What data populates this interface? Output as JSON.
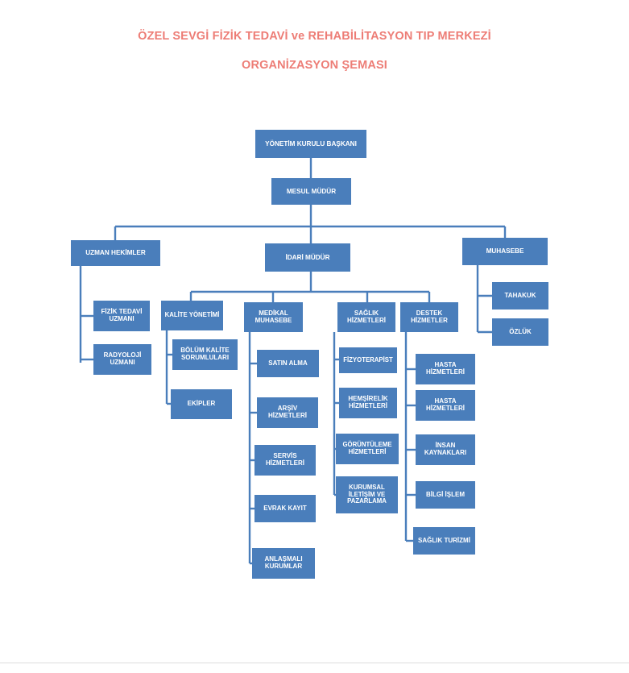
{
  "document": {
    "title_line_1": "ÖZEL SEVGİ FİZİK TEDAVİ ve REHABİLİTASYON TIP MERKEZİ",
    "title_line_2": "ORGANİZASYON ŞEMASI",
    "title_color": "#ed7d76",
    "node_fill_color": "#4a7ebb",
    "connector_color": "#4a7ebb",
    "background_color": "#ffffff"
  },
  "chart_data": {
    "type": "diagram",
    "diagram_kind": "organization-chart",
    "orientation": "top-down",
    "nodes": [
      {
        "id": "yonetim_kurulu_baskani",
        "label": "YÖNETİM KURULU BAŞKANI",
        "level": 0,
        "parent": null
      },
      {
        "id": "mesul_mudur",
        "label": "MESUL MÜDÜR",
        "level": 1,
        "parent": "yonetim_kurulu_baskani"
      },
      {
        "id": "uzman_hekimler",
        "label": "UZMAN HEKİMLER",
        "level": 2,
        "parent": "mesul_mudur"
      },
      {
        "id": "idari_mudur",
        "label": "İDARİ MÜDÜR",
        "level": 2,
        "parent": "mesul_mudur"
      },
      {
        "id": "muhasebe",
        "label": "MUHASEBE",
        "level": 2,
        "parent": "mesul_mudur"
      },
      {
        "id": "fizik_tedavi_uzmani",
        "label": "FİZİK TEDAVİ\nUZMANI",
        "level": 3,
        "parent": "uzman_hekimler"
      },
      {
        "id": "radyoloji_uzmani",
        "label": "RADYOLOJİ\nUZMANI",
        "level": 3,
        "parent": "uzman_hekimler"
      },
      {
        "id": "kalite_yonetimi",
        "label": "KALİTE YÖNETİMİ",
        "level": 3,
        "parent": "idari_mudur"
      },
      {
        "id": "medikal_muhasebe",
        "label": "MEDİKAL\nMUHASEBE",
        "level": 3,
        "parent": "idari_mudur"
      },
      {
        "id": "saglik_hizmetleri",
        "label": "SAĞLIK\nHİZMETLERİ",
        "level": 3,
        "parent": "idari_mudur"
      },
      {
        "id": "destek_hizmetler",
        "label": "DESTEK\nHİZMETLER",
        "level": 3,
        "parent": "idari_mudur"
      },
      {
        "id": "tahakuk",
        "label": "TAHAKUK",
        "level": 3,
        "parent": "muhasebe"
      },
      {
        "id": "ozluk",
        "label": "ÖZLÜK",
        "level": 3,
        "parent": "muhasebe"
      },
      {
        "id": "bolum_kalite_sorumlulari",
        "label": "BÖLÜM KALİTE\nSORUMLULARI",
        "level": 4,
        "parent": "kalite_yonetimi"
      },
      {
        "id": "ekipler",
        "label": "EKİPLER",
        "level": 4,
        "parent": "kalite_yonetimi"
      },
      {
        "id": "satin_alma",
        "label": "SATIN ALMA",
        "level": 4,
        "parent": "medikal_muhasebe"
      },
      {
        "id": "arsiv_hizmetleri",
        "label": "ARŞİV\nHİZMETLERİ",
        "level": 4,
        "parent": "medikal_muhasebe"
      },
      {
        "id": "servis_hizmetleri",
        "label": "SERVİS\nHİZMETLERİ",
        "level": 4,
        "parent": "medikal_muhasebe"
      },
      {
        "id": "evrak_kayit",
        "label": "EVRAK KAYIT",
        "level": 4,
        "parent": "medikal_muhasebe"
      },
      {
        "id": "anlasmali_kurumlar",
        "label": "ANLAŞMALI\nKURUMLAR",
        "level": 4,
        "parent": "medikal_muhasebe"
      },
      {
        "id": "fizyoterapist",
        "label": "FİZYOTERAPİST",
        "level": 4,
        "parent": "saglik_hizmetleri"
      },
      {
        "id": "hemsirelik_hizmetleri",
        "label": "HEMŞİRELİK\nHİZMETLERİ",
        "level": 4,
        "parent": "saglik_hizmetleri"
      },
      {
        "id": "goruntuleme_hizmetleri",
        "label": "GÖRÜNTÜLEME\nHİZMETLERİ",
        "level": 4,
        "parent": "saglik_hizmetleri"
      },
      {
        "id": "kurumsal_iletisim_ve_pazarlama",
        "label": "KURUMSAL\nİLETİŞİM VE\nPAZARLAMA",
        "level": 4,
        "parent": "saglik_hizmetleri"
      },
      {
        "id": "hasta_hizmetleri_1",
        "label": "HASTA\nHİZMETLERİ",
        "level": 4,
        "parent": "destek_hizmetler"
      },
      {
        "id": "hasta_hizmetleri_2",
        "label": "HASTA\nHİZMETLERİ",
        "level": 4,
        "parent": "destek_hizmetler"
      },
      {
        "id": "insan_kaynaklari",
        "label": "İNSAN\nKAYNAKLARI",
        "level": 4,
        "parent": "destek_hizmetler"
      },
      {
        "id": "bilgi_islem",
        "label": "BİLGİ İŞLEM",
        "level": 4,
        "parent": "destek_hizmetler"
      },
      {
        "id": "saglik_turizmi",
        "label": "SAĞLIK TURİZMİ",
        "level": 4,
        "parent": "destek_hizmetler"
      }
    ]
  }
}
